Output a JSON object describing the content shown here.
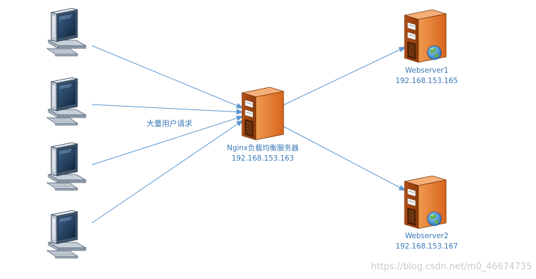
{
  "nodes": {
    "clients": [
      {
        "id": "client-1"
      },
      {
        "id": "client-2"
      },
      {
        "id": "client-3"
      },
      {
        "id": "client-4"
      }
    ],
    "load_balancer": {
      "name": "Nginx负载均衡服务器",
      "ip": "192.168.153.163"
    },
    "webservers": [
      {
        "name": "Webserver1",
        "ip": "192.168.153.165"
      },
      {
        "name": "Webserver2",
        "ip": "192.168.153.167"
      }
    ]
  },
  "edges": {
    "request_label": "大量用户请求"
  },
  "watermark": "https://blog.csdn.net/m0_46674735",
  "colors": {
    "arrow": "#5b95cf",
    "label_text": "#3a78b6",
    "server_orange": "#e2772e",
    "monitor_blue": "#6c8fb3"
  },
  "icons": {
    "client": "desktop-computer-icon",
    "server": "server-tower-icon",
    "web": "globe-icon"
  }
}
